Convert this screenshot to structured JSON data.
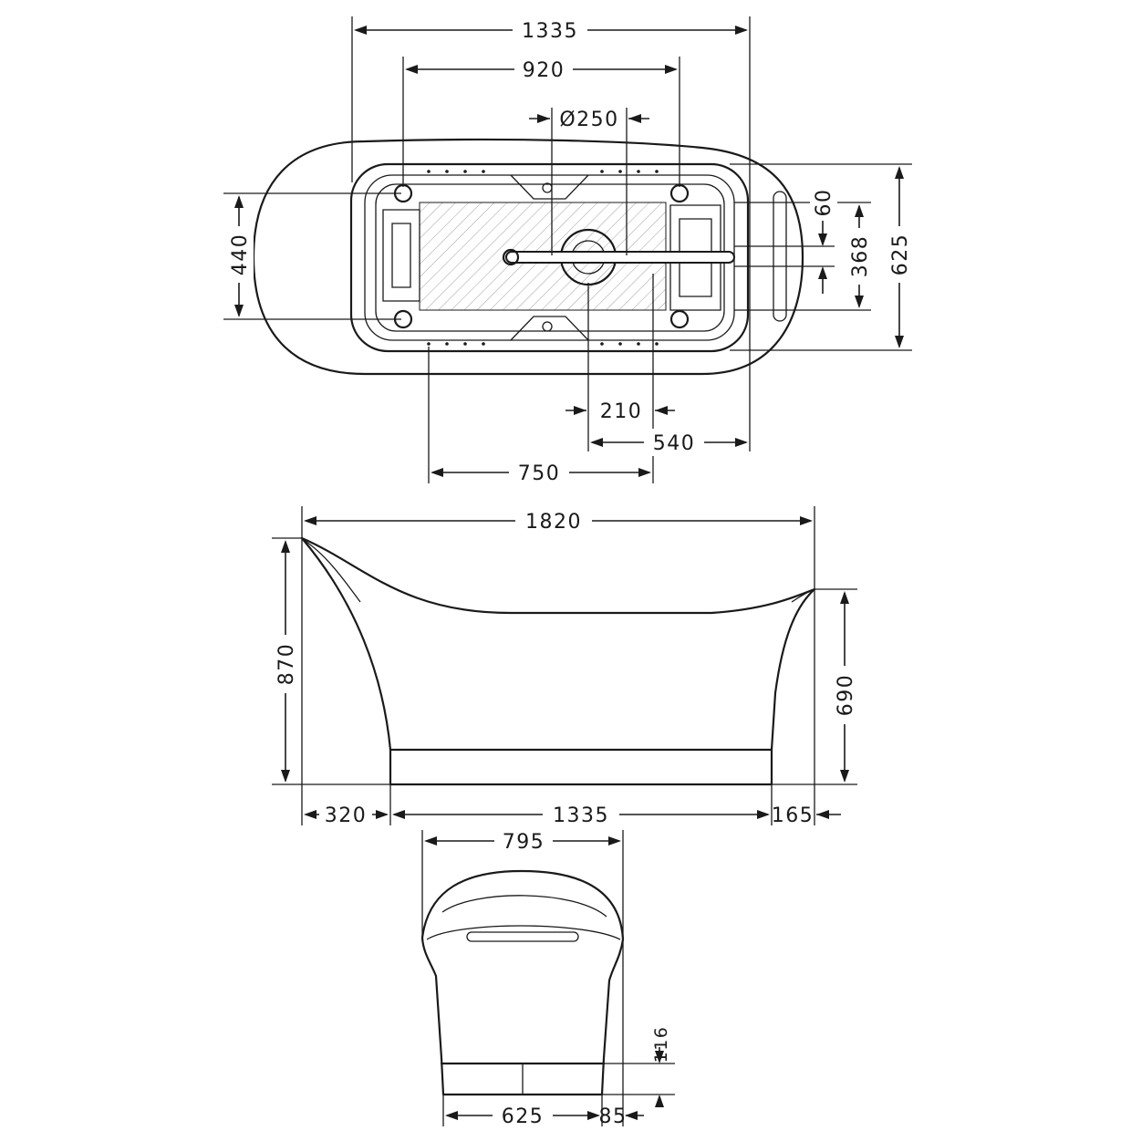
{
  "colors": {
    "line": "#1a1a1a",
    "background": "#ffffff",
    "hatch": "#888888"
  },
  "views": {
    "top": {
      "dims": {
        "length_1335": "1335",
        "width_920": "920",
        "drain_250": "Ø250",
        "height_440": "440",
        "depth_60": "60",
        "depth_368": "368",
        "width_625": "625",
        "offset_210": "210",
        "offset_540": "540",
        "offset_750": "750"
      }
    },
    "side": {
      "dims": {
        "length_1820": "1820",
        "height_870": "870",
        "height_690": "690",
        "left_320": "320",
        "base_1335": "1335",
        "right_165": "165"
      }
    },
    "end": {
      "dims": {
        "width_795": "795",
        "base_625": "625",
        "offset_85": "85",
        "plinth_116": "116"
      }
    }
  }
}
